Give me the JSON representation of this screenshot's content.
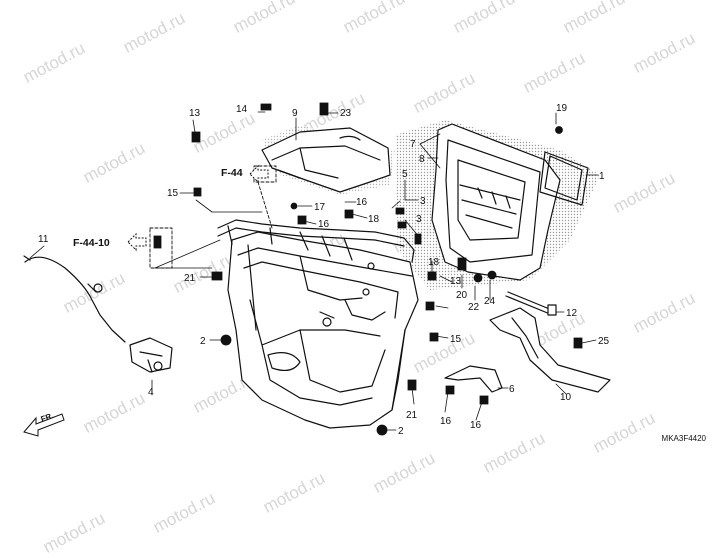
{
  "watermark": "motod.ru",
  "diagram_code": "MKA3F4420",
  "direction_label": "FR.",
  "references": [
    "F-44",
    "F-44-10"
  ],
  "callouts": [
    "1",
    "2",
    "2",
    "3",
    "3",
    "4",
    "5",
    "6",
    "7",
    "8",
    "9",
    "10",
    "11",
    "12",
    "13",
    "13",
    "14",
    "15",
    "15",
    "16",
    "16",
    "16",
    "16",
    "17",
    "18",
    "18",
    "19",
    "20",
    "21",
    "21",
    "22",
    "23",
    "24",
    "25"
  ]
}
